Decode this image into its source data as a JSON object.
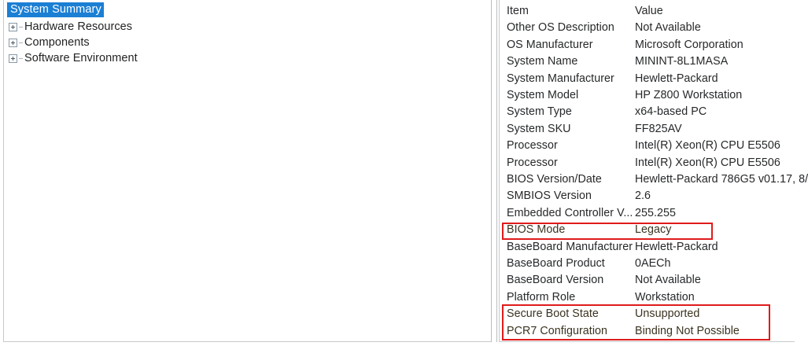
{
  "tree": {
    "selected_label": "System Summary",
    "items": [
      {
        "label": "Hardware Resources",
        "expander": "plus-box-icon"
      },
      {
        "label": "Components",
        "expander": "plus-box-icon"
      },
      {
        "label": "Software Environment",
        "expander": "plus-box-icon"
      }
    ]
  },
  "details": {
    "columns": {
      "item": "Item",
      "value": "Value"
    },
    "rows": [
      {
        "item": "Other OS Description",
        "value": "Not Available"
      },
      {
        "item": "OS Manufacturer",
        "value": "Microsoft Corporation"
      },
      {
        "item": "System Name",
        "value": "MININT-8L1MASA"
      },
      {
        "item": "System Manufacturer",
        "value": "Hewlett-Packard"
      },
      {
        "item": "System Model",
        "value": "HP Z800 Workstation"
      },
      {
        "item": "System Type",
        "value": "x64-based PC"
      },
      {
        "item": "System SKU",
        "value": "FF825AV"
      },
      {
        "item": "Processor",
        "value": "Intel(R) Xeon(R) CPU          E5506"
      },
      {
        "item": "Processor",
        "value": "Intel(R) Xeon(R) CPU          E5506"
      },
      {
        "item": "BIOS Version/Date",
        "value": "Hewlett-Packard 786G5 v01.17, 8/"
      },
      {
        "item": "SMBIOS Version",
        "value": "2.6"
      },
      {
        "item": "Embedded Controller V...",
        "value": "255.255"
      },
      {
        "item": "BIOS Mode",
        "value": "Legacy",
        "highlighted": true
      },
      {
        "item": "BaseBoard Manufacturer",
        "value": "Hewlett-Packard"
      },
      {
        "item": "BaseBoard Product",
        "value": "0AECh"
      },
      {
        "item": "BaseBoard Version",
        "value": "Not Available"
      },
      {
        "item": "Platform Role",
        "value": "Workstation"
      },
      {
        "item": "Secure Boot State",
        "value": "Unsupported",
        "highlighted": true
      },
      {
        "item": "PCR7 Configuration",
        "value": "Binding Not Possible",
        "highlighted": true
      }
    ]
  },
  "annotations": {
    "color": "#e01b1b",
    "boxes": [
      {
        "name": "bios-mode-highlight",
        "target": "BIOS Mode"
      },
      {
        "name": "secure-boot-highlight",
        "target": "Secure Boot State / PCR7 Configuration"
      }
    ]
  },
  "colors": {
    "selection": "#1b7fd4",
    "selection_text": "#ffffff",
    "text": "#26282a",
    "border": "#c8c8c8",
    "annotation_red": "#e01b1b"
  }
}
